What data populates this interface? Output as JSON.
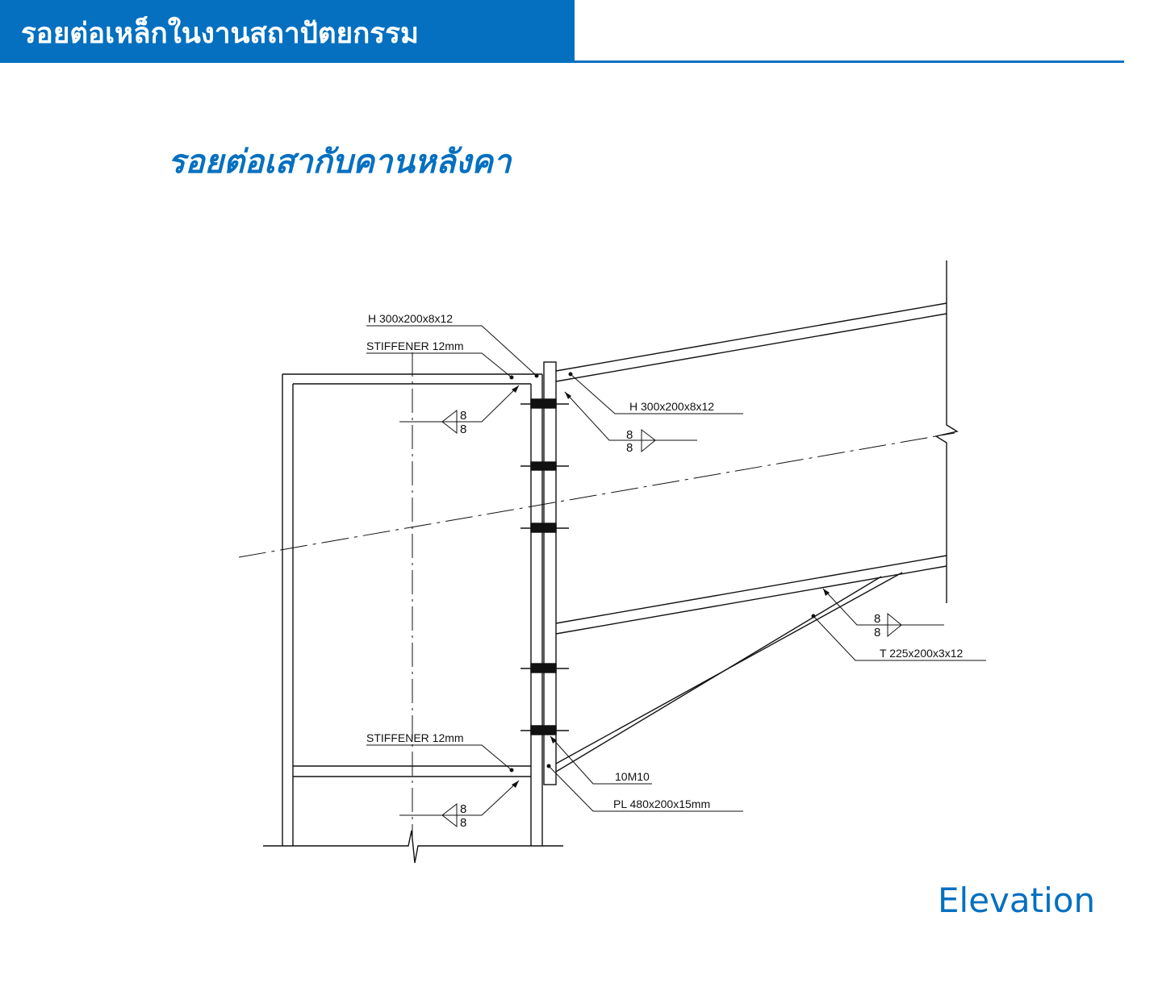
{
  "header": {
    "title": "รอยต่อเหล็กในงานสถาปัตยกรรม",
    "accent_color": "#0570c0"
  },
  "subtitle": "รอยต่อเสากับคานหลังคา",
  "caption": "Elevation",
  "labels": {
    "column_section": "H 300x200x8x12",
    "stiffener_top": "STIFFENER 12mm",
    "beam_section": "H 300x200x8x12",
    "brace_section": "T 225x200x3x12",
    "stiffener_bottom": "STIFFENER 12mm",
    "bolts": "10M10",
    "end_plate": "PL 480x200x15mm"
  },
  "welds": {
    "w1_top": "8",
    "w1_bot": "8",
    "w2_top": "8",
    "w2_bot": "8",
    "w3_top": "8",
    "w3_bot": "8",
    "w4_top": "8",
    "w4_bot": "8"
  }
}
